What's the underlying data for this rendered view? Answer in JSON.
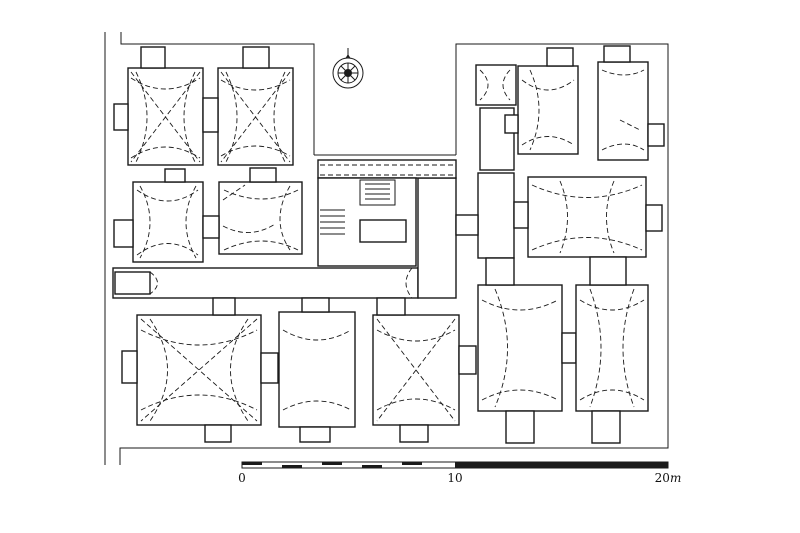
{
  "scale_bar": {
    "labels": [
      "0",
      "10",
      "20"
    ],
    "unit": "m"
  },
  "icons": {
    "compass": "compass-rose-icon"
  }
}
